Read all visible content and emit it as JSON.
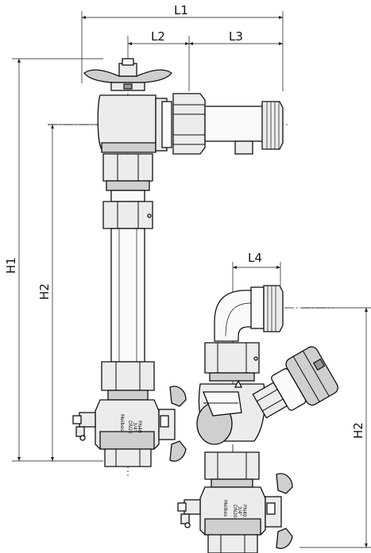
{
  "dimensions": {
    "l1": "L1",
    "l2": "L2",
    "l3": "L3",
    "l4": "L4",
    "h1": "H1",
    "h2_left": "H2",
    "h2_right": "H2"
  },
  "valve_markings": {
    "upper_brand": "Meibes",
    "upper_size": "DN20",
    "upper_rating": "PN40",
    "upper_thread": "3/4\"",
    "lower_brand": "Meibes",
    "lower_size": "DN20",
    "lower_rating": "PN40",
    "lower_thread": "3/4\""
  }
}
